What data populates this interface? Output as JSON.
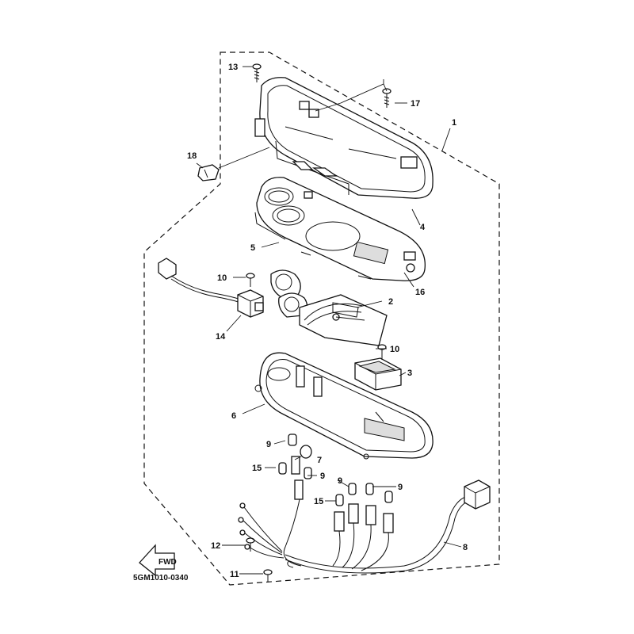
{
  "diagram_code": "5GM1010-0340",
  "fwd_label": "FWD",
  "callouts": {
    "c1": "1",
    "c2": "2",
    "c3": "3",
    "c4": "4",
    "c5": "5",
    "c6": "6",
    "c7": "7",
    "c8": "8",
    "c9a": "9",
    "c9b": "9",
    "c9c": "9",
    "c9d": "9",
    "c10a": "10",
    "c10b": "10",
    "c11": "11",
    "c12": "12",
    "c13": "13",
    "c14": "14",
    "c15a": "15",
    "c15b": "15",
    "c16": "16",
    "c17": "17",
    "c18": "18"
  }
}
